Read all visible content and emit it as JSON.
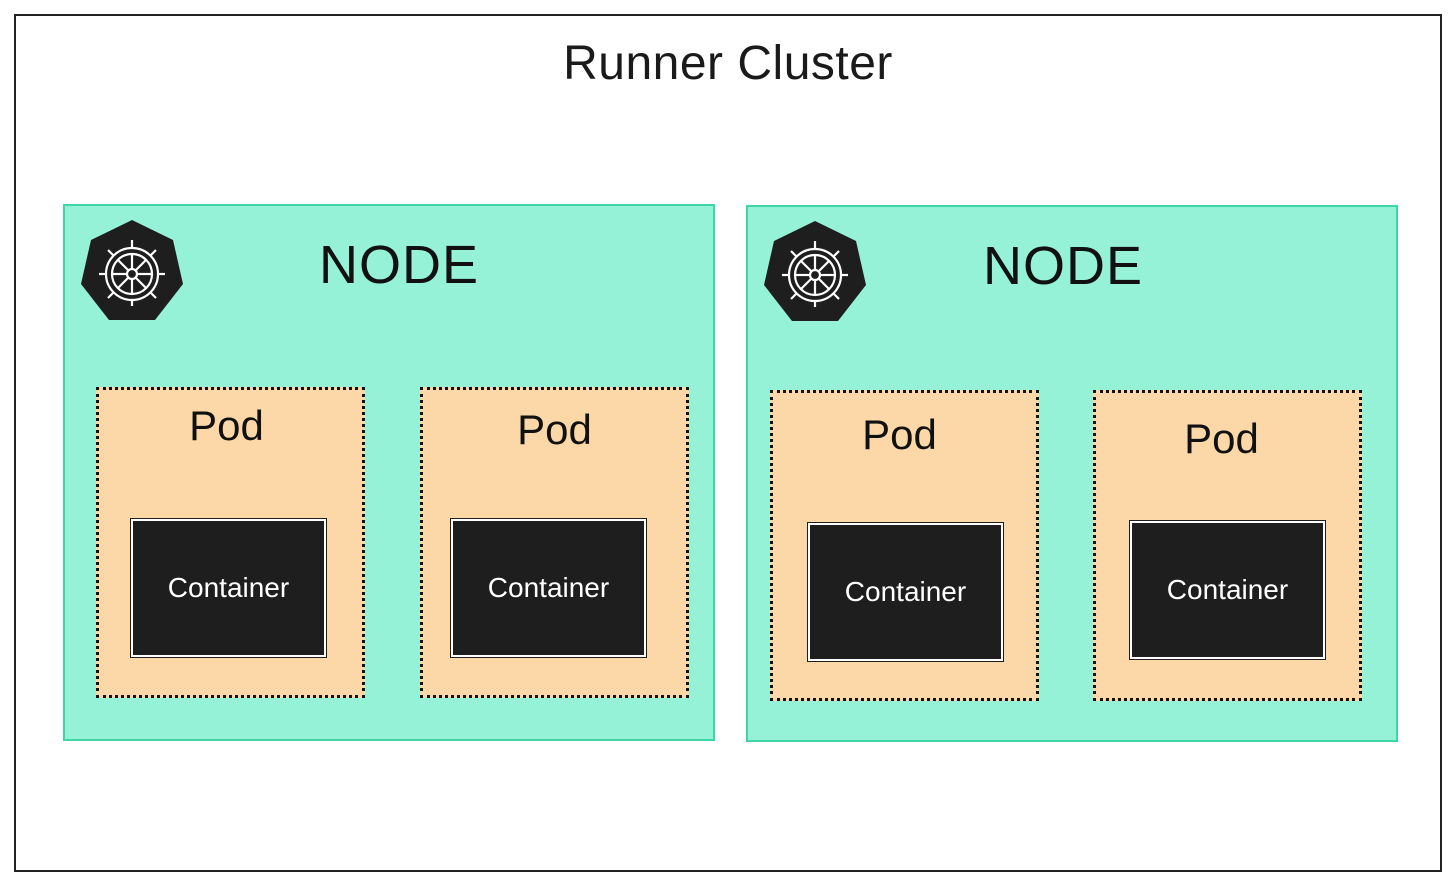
{
  "cluster": {
    "title": "Runner Cluster"
  },
  "nodes": [
    {
      "title": "NODE",
      "icon": "kubernetes-helm-wheel-icon",
      "pods": [
        {
          "title": "Pod",
          "container": "Container"
        },
        {
          "title": "Pod",
          "container": "Container"
        }
      ]
    },
    {
      "title": "NODE",
      "icon": "kubernetes-helm-wheel-icon",
      "pods": [
        {
          "title": "Pod",
          "container": "Container"
        },
        {
          "title": "Pod",
          "container": "Container"
        }
      ]
    }
  ],
  "colors": {
    "node_fill": "#96f2d7",
    "node_border": "#3fd6a6",
    "pod_fill": "#fcd7a8",
    "container_fill": "#1e1e1e",
    "cluster_border": "#222222"
  }
}
